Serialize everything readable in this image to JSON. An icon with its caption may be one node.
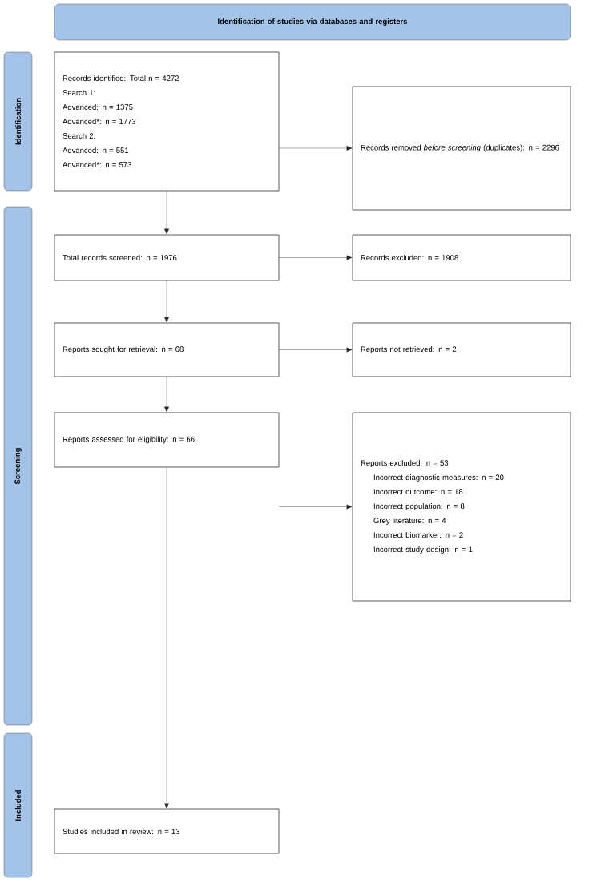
{
  "diagram": {
    "nodes": [
      {
        "text": [
          "Identification of studies via databases and registers"
        ]
      },
      {
        "text": [
          "Identification"
        ]
      },
      {
        "text": [
          "Screening"
        ]
      },
      {
        "text": [
          "Included"
        ]
      },
      {
        "text": [
          "Records identified: Total n = 4272",
          "Search 1:",
          "Advanced: n = 1375",
          "Advanced*: n = 1773",
          "Search 2:",
          "Advanced: n = 551",
          "Advanced*: n = 573"
        ]
      },
      {
        "text": [
          "Records removed *before screening* (duplicates): n = 2296"
        ]
      },
      {
        "text": [
          "Total records screened: n = 1976"
        ]
      },
      {
        "text": [
          "Records excluded: n = 1908"
        ]
      },
      {
        "text": [
          "Reports sought for retrieval: n = 68"
        ]
      },
      {
        "text": [
          "Reports not retrieved: n = 2"
        ]
      },
      {
        "text": [
          "Reports assessed for eligibility: n = 66"
        ]
      },
      {
        "text": [
          "Reports excluded: n = 53",
          "Incorrect diagnostic measures: n = 20",
          "Incorrect outcome: n = 18",
          "Incorrect population: n = 8",
          "Grey literature: n = 4",
          "Incorrect biomarker: n = 2",
          "Incorrect study design: n = 1"
        ]
      },
      {
        "text": [
          "Studies included in review: n = 13"
        ]
      }
    ],
    "edges": [
      {
        "from": 4,
        "to": 5,
        "arrow": "to"
      },
      {
        "from": 4,
        "to": 6,
        "arrow": "to"
      },
      {
        "from": 6,
        "to": 7,
        "arrow": "to"
      },
      {
        "from": 6,
        "to": 8,
        "arrow": "to"
      },
      {
        "from": 8,
        "to": 9,
        "arrow": "to"
      },
      {
        "from": 8,
        "to": 10,
        "arrow": "to"
      },
      {
        "from": 10,
        "to": 11,
        "arrow": "to"
      },
      {
        "from": 10,
        "to": 12,
        "arrow": "to"
      }
    ]
  }
}
